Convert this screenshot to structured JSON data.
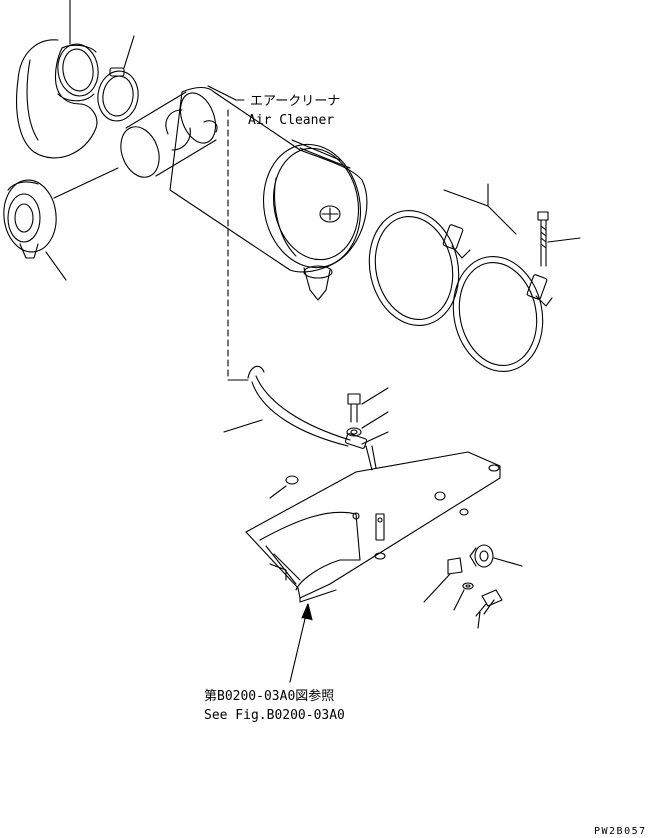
{
  "labels": {
    "air_cleaner_jp": "エアークリーナ",
    "air_cleaner_en": "Air Cleaner",
    "see_fig_jp": "第B0200-03A0図参照",
    "see_fig_en": "See Fig.B0200-03A0",
    "drawing_code": "PW2B057"
  }
}
